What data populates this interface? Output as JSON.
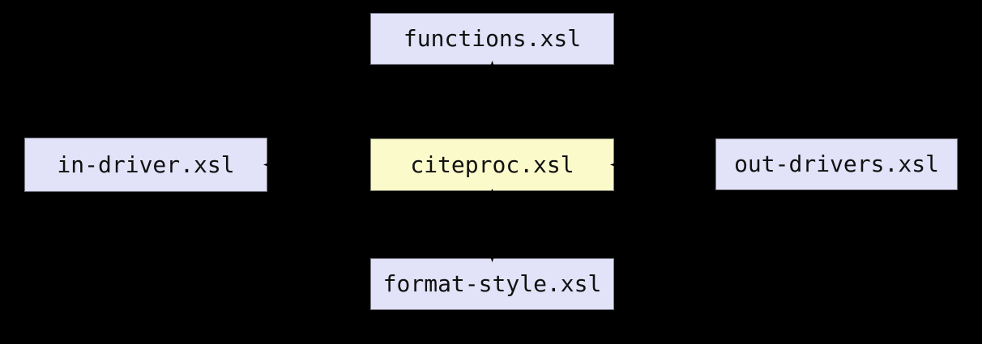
{
  "diagram": {
    "background_color": "#000000",
    "edge_color": "#000000",
    "colors": {
      "node_fill_default": "#e2e2f8",
      "node_fill_highlight": "#fafacb",
      "node_border": "#7a7a88",
      "text": "#111111"
    },
    "nodes": [
      {
        "id": "functions-xsl",
        "label": "functions.xsl",
        "fill": "default"
      },
      {
        "id": "in-driver-xsl",
        "label": "in-driver.xsl",
        "fill": "default"
      },
      {
        "id": "citeproc-xsl",
        "label": "citeproc.xsl",
        "fill": "highlight"
      },
      {
        "id": "out-drivers-xsl",
        "label": "out-drivers.xsl",
        "fill": "default"
      },
      {
        "id": "format-style-xsl",
        "label": "format-style.xsl",
        "fill": "default"
      }
    ],
    "edges": [
      {
        "from": "citeproc.xsl",
        "to": "functions.xsl",
        "direction": "up"
      },
      {
        "from": "citeproc.xsl",
        "to": "in-driver.xsl",
        "direction": "left"
      },
      {
        "from": "out-drivers.xsl",
        "to": "citeproc.xsl",
        "direction": "left"
      },
      {
        "from": "citeproc.xsl",
        "to": "format-style.xsl",
        "direction": "down"
      }
    ]
  }
}
